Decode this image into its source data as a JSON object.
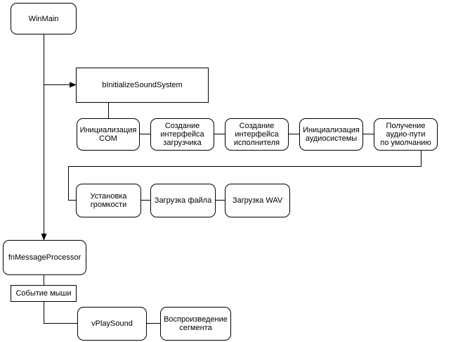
{
  "nodes": {
    "winmain": "WinMain",
    "init_sound": "bInitializeSoundSystem",
    "init_com": "Инициализация\nCOM",
    "create_loader": "Создание\nинтерфейса\nзагрузчика",
    "create_performer": "Создание\nинтерфейса\nисполнителя",
    "init_audio": "Инициализация\nаудиосистемы",
    "get_audiopath": "Получение\nаудио-пути\nпо умолчанию",
    "set_volume": "Установка\nгромкости",
    "load_file": "Загрузка файла",
    "load_wav": "Загрузка WAV",
    "msg_processor": "fnMessageProcessor",
    "mouse_event": "Событие мыши",
    "play_sound": "vPlaySound",
    "play_segment": "Воспроизведение\nсегмента"
  }
}
